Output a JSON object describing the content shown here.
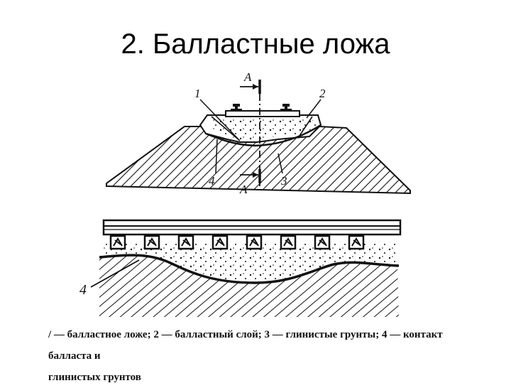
{
  "slide": {
    "title": "2. Балластные ложа"
  },
  "figure_top": {
    "labels": {
      "section_top": "А",
      "section_bottom": "А",
      "label_1": "1",
      "label_2": "2",
      "label_3": "3",
      "label_4": "4"
    }
  },
  "figure_bottom": {
    "labels": {
      "label_4": "4"
    },
    "sleeper_count": 8
  },
  "caption": {
    "line1": "/ — балластное ложе; 2 — балластный слой; 3 — глинистые грунты; 4 — контакт балласта и",
    "line2": "глинистых грунтов"
  }
}
